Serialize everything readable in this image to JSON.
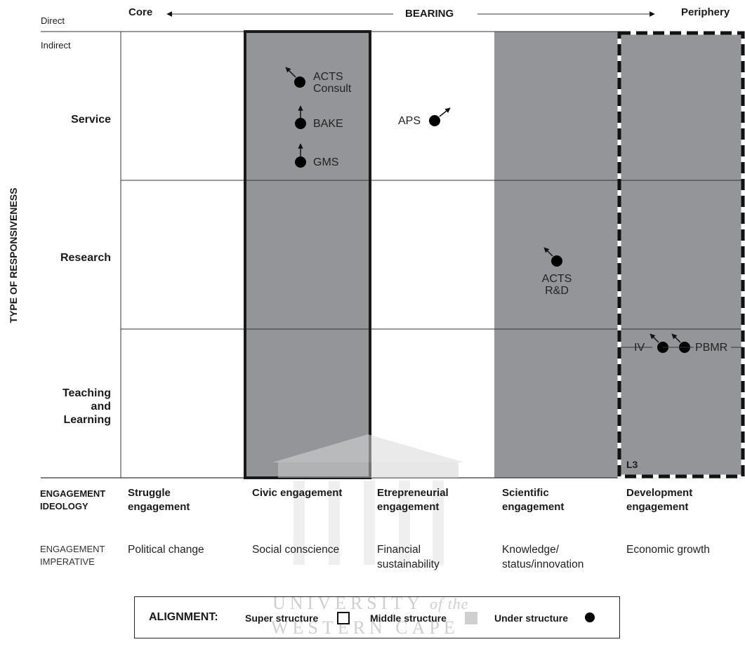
{
  "bearing": {
    "left": "Core",
    "center": "BEARING",
    "right": "Periphery",
    "direct": "Direct",
    "indirect": "Indirect"
  },
  "y_axis_title": "TYPE OF RESPONSIVENESS",
  "rows": [
    {
      "label": "Service"
    },
    {
      "label": "Research"
    },
    {
      "label": "Teaching and Learning",
      "lines": [
        "Teaching",
        "and",
        "Learning"
      ]
    }
  ],
  "ideology": {
    "header": [
      "ENGAGEMENT",
      "IDEOLOGY"
    ],
    "columns": [
      [
        "Struggle",
        "engagement"
      ],
      [
        "Civic engagement"
      ],
      [
        "Etrepreneurial",
        "engagement"
      ],
      [
        "Scientific",
        "engagement"
      ],
      [
        "Development",
        "engagement"
      ]
    ]
  },
  "imperative": {
    "header": [
      "ENGAGEMENT",
      "IMPERATIVE"
    ],
    "columns": [
      [
        "Political change"
      ],
      [
        "Social conscience"
      ],
      [
        "Financial",
        "sustainability"
      ],
      [
        "Knowledge/",
        "status/innovation"
      ],
      [
        "Economic growth"
      ]
    ]
  },
  "nodes": [
    {
      "id": "acts-consult",
      "lines": [
        "ACTS",
        "Consult"
      ],
      "arrow": "up-left"
    },
    {
      "id": "bake",
      "lines": [
        "BAKE"
      ],
      "arrow": "up"
    },
    {
      "id": "gms",
      "lines": [
        "GMS"
      ],
      "arrow": "up"
    },
    {
      "id": "aps",
      "lines": [
        "APS"
      ],
      "arrow": "up-right"
    },
    {
      "id": "acts-rd",
      "lines": [
        "ACTS",
        "R&D"
      ],
      "arrow": "up-left"
    },
    {
      "id": "iv",
      "lines": [
        "IV"
      ],
      "arrow": "up-left"
    },
    {
      "id": "pbmr",
      "lines": [
        "PBMR"
      ],
      "arrow": "up-left"
    }
  ],
  "box_label": "L3",
  "legend": {
    "title": "ALIGNMENT:",
    "super": "Super structure",
    "middle": "Middle structure",
    "under": "Under structure"
  },
  "watermark": {
    "line1": "UNIVERSITY",
    "line1_suffix": "of the",
    "line2": "WESTERN CAPE"
  },
  "colors": {
    "shade": "#939598",
    "line": "#222222",
    "node": "#000000"
  }
}
